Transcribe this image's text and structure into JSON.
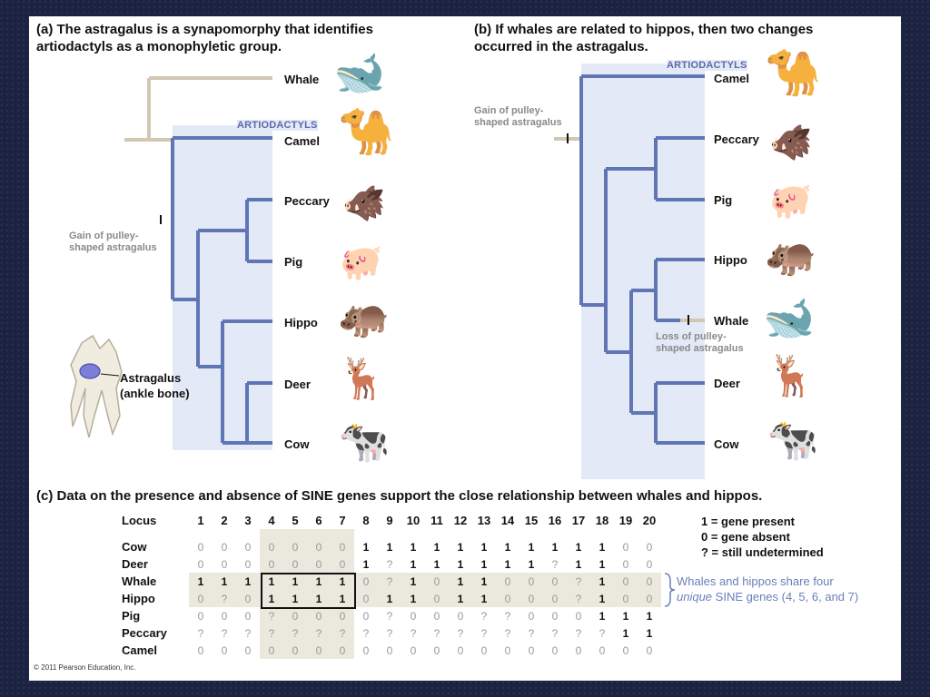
{
  "panel_a": {
    "title_line1": "(a) The astragalus is a synapomorphy that identifies",
    "title_line2": "artiodactyls as a monophyletic group.",
    "clade_label": "ARTIODACTYLS",
    "gain_note_line1": "Gain of pulley-",
    "gain_note_line2": "shaped astragalus",
    "taxa": [
      "Whale",
      "Camel",
      "Peccary",
      "Pig",
      "Hippo",
      "Deer",
      "Cow"
    ],
    "bone_label_line1": "Astragalus",
    "bone_label_line2": "(ankle bone)"
  },
  "panel_b": {
    "title_line1": "(b) If whales are related to hippos, then two changes",
    "title_line2": "occurred in the astragalus.",
    "clade_label": "ARTIODACTYLS",
    "gain_note_line1": "Gain of pulley-",
    "gain_note_line2": "shaped astragalus",
    "loss_note_line1": "Loss of pulley-",
    "loss_note_line2": "shaped astragalus",
    "taxa": [
      "Camel",
      "Peccary",
      "Pig",
      "Hippo",
      "Whale",
      "Deer",
      "Cow"
    ]
  },
  "panel_c": {
    "title": "(c) Data on the presence and absence of SINE genes support the close relationship between whales and hippos.",
    "header_label": "Locus",
    "loci": [
      "1",
      "2",
      "3",
      "4",
      "5",
      "6",
      "7",
      "8",
      "9",
      "10",
      "11",
      "12",
      "13",
      "14",
      "15",
      "16",
      "17",
      "18",
      "19",
      "20"
    ],
    "rows": [
      {
        "name": "Cow",
        "values": [
          "0",
          "0",
          "0",
          "0",
          "0",
          "0",
          "0",
          "1",
          "1",
          "1",
          "1",
          "1",
          "1",
          "1",
          "1",
          "1",
          "1",
          "1",
          "0",
          "0"
        ]
      },
      {
        "name": "Deer",
        "values": [
          "0",
          "0",
          "0",
          "0",
          "0",
          "0",
          "0",
          "1",
          "?",
          "1",
          "1",
          "1",
          "1",
          "1",
          "1",
          "?",
          "1",
          "1",
          "0",
          "0"
        ]
      },
      {
        "name": "Whale",
        "values": [
          "1",
          "1",
          "1",
          "1",
          "1",
          "1",
          "1",
          "0",
          "?",
          "1",
          "0",
          "1",
          "1",
          "0",
          "0",
          "0",
          "?",
          "1",
          "0",
          "0"
        ]
      },
      {
        "name": "Hippo",
        "values": [
          "0",
          "?",
          "0",
          "1",
          "1",
          "1",
          "1",
          "0",
          "1",
          "1",
          "0",
          "1",
          "1",
          "0",
          "0",
          "0",
          "?",
          "1",
          "0",
          "0"
        ]
      },
      {
        "name": "Pig",
        "values": [
          "0",
          "0",
          "0",
          "?",
          "0",
          "0",
          "0",
          "0",
          "?",
          "0",
          "0",
          "0",
          "?",
          "?",
          "0",
          "0",
          "0",
          "1",
          "1",
          "1"
        ]
      },
      {
        "name": "Peccary",
        "values": [
          "?",
          "?",
          "?",
          "?",
          "?",
          "?",
          "?",
          "?",
          "?",
          "?",
          "?",
          "?",
          "?",
          "?",
          "?",
          "?",
          "?",
          "?",
          "1",
          "1"
        ]
      },
      {
        "name": "Camel",
        "values": [
          "0",
          "0",
          "0",
          "0",
          "0",
          "0",
          "0",
          "0",
          "0",
          "0",
          "0",
          "0",
          "0",
          "0",
          "0",
          "0",
          "0",
          "0",
          "0",
          "0"
        ]
      }
    ],
    "legend_line1": "1 = gene present",
    "legend_line2": "0 = gene absent",
    "legend_line3": "? = still undetermined",
    "bracket_note_line1": "Whales and hippos share four",
    "bracket_note_italic": "unique",
    "bracket_note_line2_rest": " SINE genes (4, 5, 6, and 7)"
  },
  "icons": {
    "whale": "whale-icon",
    "camel": "camel-icon",
    "peccary": "peccary-icon",
    "pig": "pig-icon",
    "hippo": "hippo-icon",
    "deer": "deer-icon",
    "cow": "cow-icon",
    "ankle": "ankle-bone-icon"
  },
  "colors": {
    "branch_blue": "#6076b4",
    "branch_tan": "#d2c7b2",
    "clade_fill": "#e3e9f6",
    "shade_column": "#ebe8dd"
  },
  "copyright": "© 2011 Pearson Education, Inc."
}
